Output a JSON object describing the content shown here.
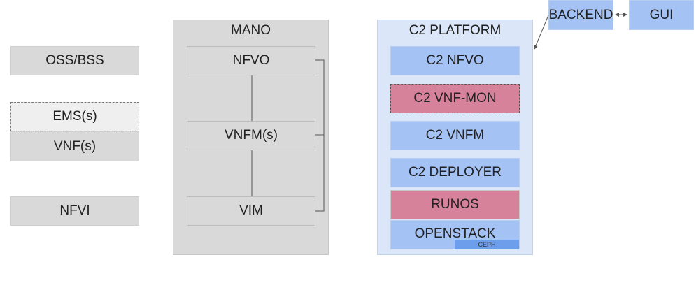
{
  "left": {
    "oss_bss": "OSS/BSS",
    "ems": "EMS(s)",
    "vnf": "VNF(s)",
    "nfvi": "NFVI"
  },
  "mano": {
    "title": "MANO",
    "nfvo": "NFVO",
    "vnfm": "VNFM(s)",
    "vim": "VIM"
  },
  "c2": {
    "title": "C2 PLATFORM",
    "nfvo": "C2 NFVO",
    "vnf_mon": "C2 VNF-MON",
    "vnfm": "C2 VNFM",
    "deployer": "C2 DEPLOYER",
    "runos": "RUNOS",
    "openstack": "OPENSTACK",
    "ceph": "CEPH"
  },
  "top": {
    "backend": "BACKEND",
    "gui": "GUI"
  },
  "colors": {
    "gray": "#d9d9d9",
    "blue": "#a4c2f4",
    "red": "#d5829a",
    "light_blue": "#dbe7f8",
    "dark_blue": "#6d9eeb"
  }
}
